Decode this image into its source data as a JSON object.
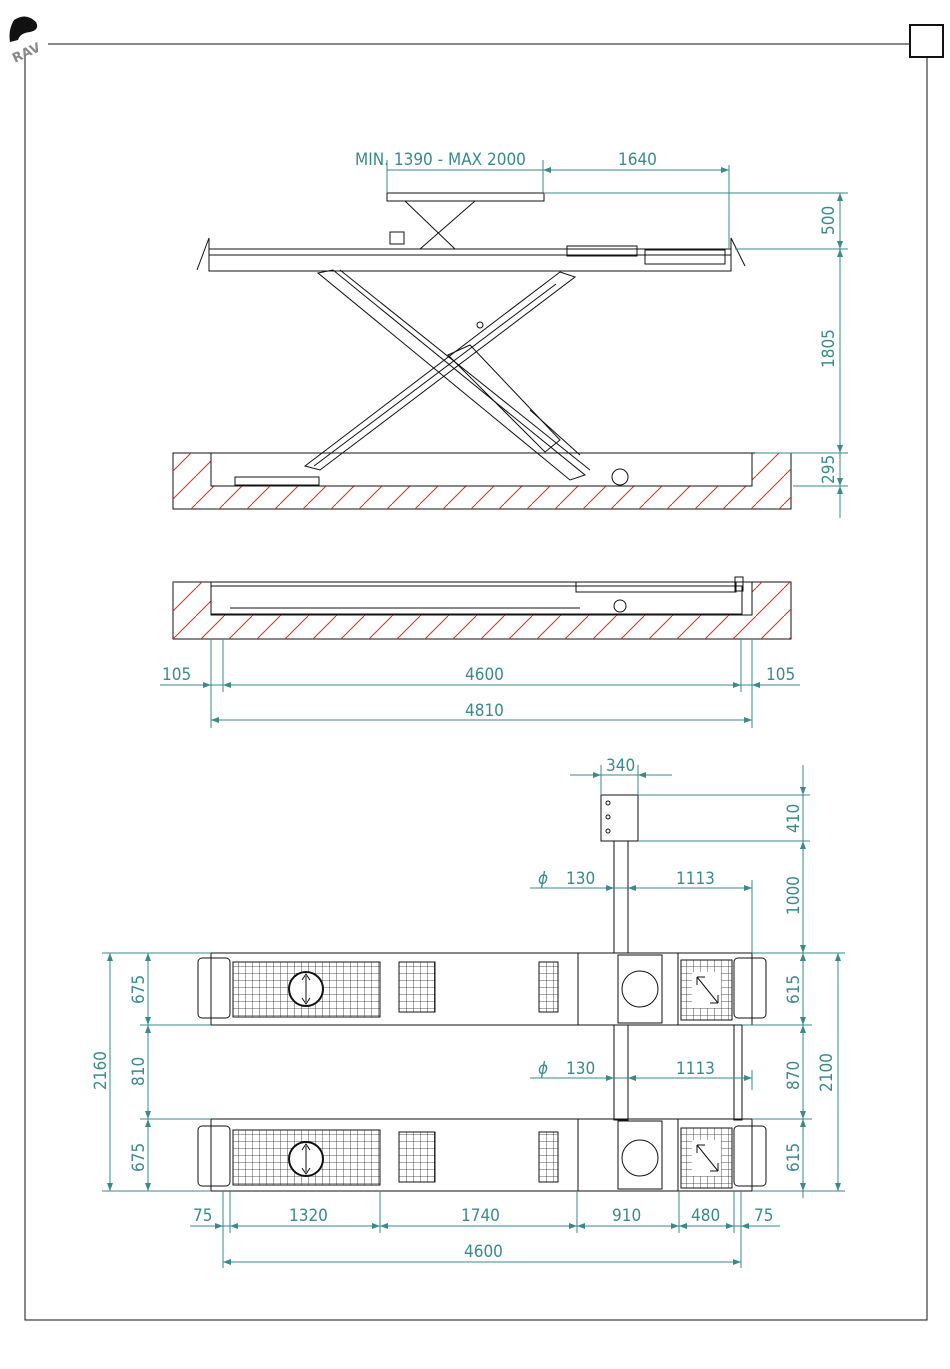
{
  "logo_text": "RAV",
  "side_view": {
    "platform_range": "MIN. 1390  - MAX 2000",
    "overhang": "1640",
    "upper_lift": "500",
    "lift_height": "1805",
    "base_height": "295"
  },
  "lowered_view": {
    "left_margin": "105",
    "length": "4600",
    "right_margin": "105",
    "total_length": "4810"
  },
  "plan_view": {
    "console_width": "340",
    "console_depth": "410",
    "console_offset": "1000",
    "pipe_symbol": "ϕ",
    "pipe_diameter_top": "130",
    "pipe_offset_top": "1113",
    "pipe_diameter_bottom": "130",
    "pipe_offset_bottom": "1113",
    "runway_width_top": "675",
    "runway_gap": "810",
    "runway_width_bottom": "675",
    "overall_width": "2160",
    "plate_width_top": "615",
    "plate_gap": "870",
    "plate_width_bottom": "615",
    "track_width": "2100",
    "seg_a": "75",
    "seg_b": "1320",
    "seg_c": "1740",
    "seg_d": "910",
    "seg_e": "480",
    "seg_f": "75",
    "runway_length": "4600"
  }
}
